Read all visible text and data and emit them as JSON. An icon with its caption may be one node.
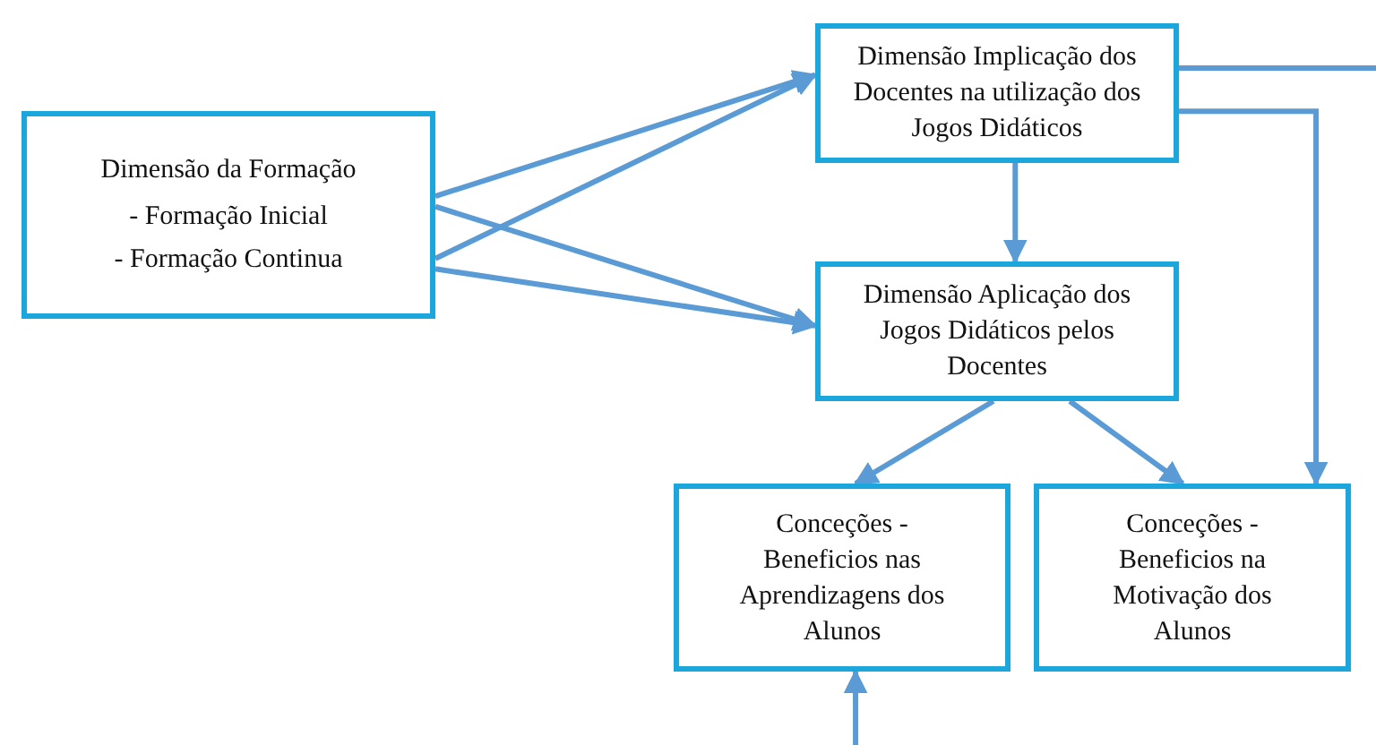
{
  "diagram": {
    "nodes": [
      {
        "text": [
          "Dimensão da Formação",
          "- Formação Inicial",
          "- Formação Continua"
        ]
      },
      {
        "text": [
          "Dimensão Implicação dos Docentes na utilização dos Jogos Didáticos"
        ]
      },
      {
        "text": [
          "Dimensão Aplicação dos Jogos Didáticos pelos Docentes"
        ]
      },
      {
        "text": [
          "Conceções - Beneficios nas Aprendizagens dos Alunos"
        ]
      },
      {
        "text": [
          "Conceções - Beneficios na Motivação dos Alunos"
        ]
      }
    ],
    "edges": [
      {
        "from": 0,
        "to": 1,
        "arrow": "to"
      },
      {
        "from": 0,
        "to": 1,
        "arrow": "to"
      },
      {
        "from": 0,
        "to": 2,
        "arrow": "to"
      },
      {
        "from": 0,
        "to": 2,
        "arrow": "to"
      },
      {
        "from": 1,
        "to": 2,
        "arrow": "to"
      },
      {
        "from": 2,
        "to": 3,
        "arrow": "to"
      },
      {
        "from": 2,
        "to": 4,
        "arrow": "to"
      },
      {
        "from": 1,
        "to": 4,
        "arrow": "to"
      },
      {
        "from": 1,
        "to": null,
        "arrow": "none"
      },
      {
        "from": null,
        "to": 3,
        "arrow": "to"
      }
    ]
  }
}
